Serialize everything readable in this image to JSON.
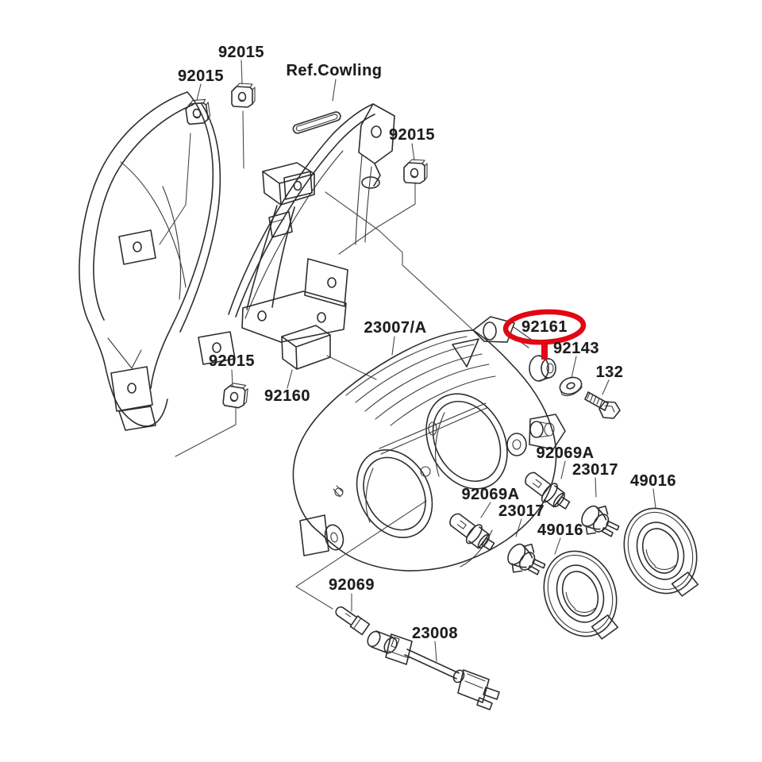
{
  "diagram": {
    "kind": "exploded-parts-diagram",
    "subject": "Headlight and cowling assembly parts fiche",
    "background_color": "#ffffff",
    "line_color": "#2e2e2e",
    "label_color": "#1c1c1c"
  },
  "highlight": {
    "part_number": "92161",
    "color": "#e30613",
    "shape": "ellipse-with-pointer"
  },
  "labels": [
    {
      "id": "92015-top",
      "text": "92015"
    },
    {
      "id": "92015-left",
      "text": "92015"
    },
    {
      "id": "ref-cowling",
      "text": "Ref.Cowling"
    },
    {
      "id": "92015-right",
      "text": "92015"
    },
    {
      "id": "92015-bottom",
      "text": "92015"
    },
    {
      "id": "92160",
      "text": "92160"
    },
    {
      "id": "23007-a",
      "text": "23007/A"
    },
    {
      "id": "92161",
      "text": "92161",
      "highlighted": true
    },
    {
      "id": "92143",
      "text": "92143"
    },
    {
      "id": "132",
      "text": "132"
    },
    {
      "id": "92069a-upper",
      "text": "92069A"
    },
    {
      "id": "23017-upper",
      "text": "23017"
    },
    {
      "id": "49016-upper",
      "text": "49016"
    },
    {
      "id": "92069a-lower",
      "text": "92069A"
    },
    {
      "id": "23017-lower",
      "text": "23017"
    },
    {
      "id": "49016-lower",
      "text": "49016"
    },
    {
      "id": "92069",
      "text": "92069"
    },
    {
      "id": "23008",
      "text": "23008"
    }
  ]
}
